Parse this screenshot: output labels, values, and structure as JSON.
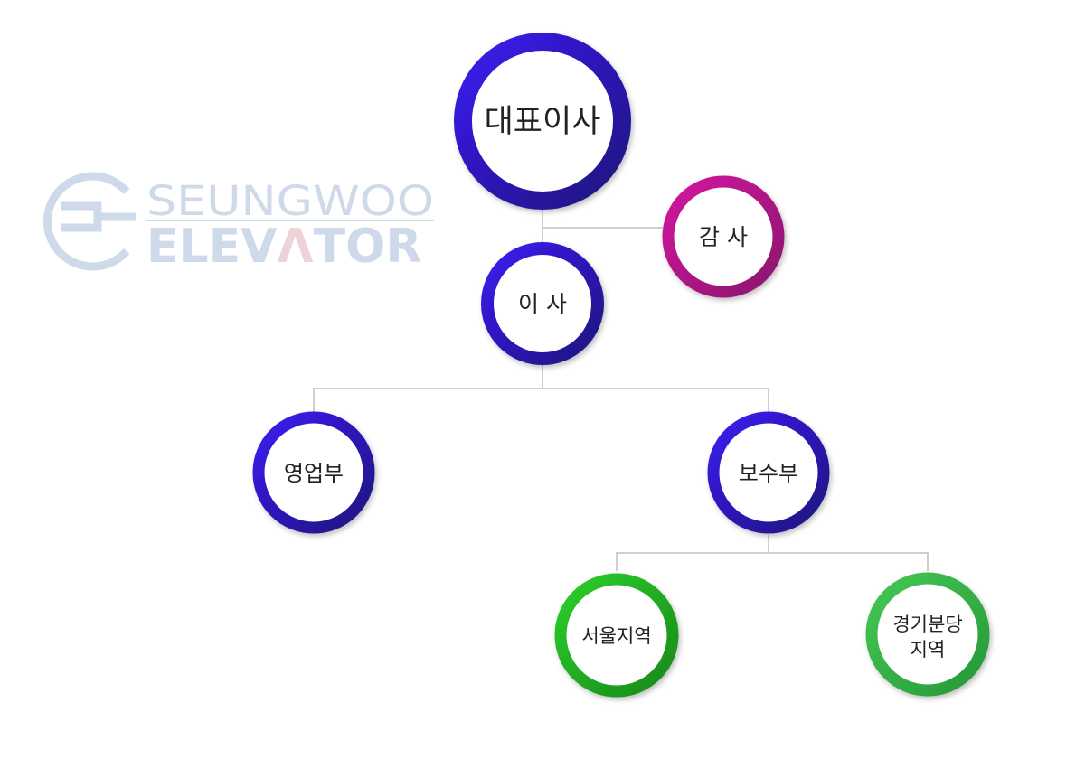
{
  "watermark": {
    "line1": "SEUNGWOO",
    "line2_part1": "ELEV",
    "line2_accent": "Λ",
    "line2_part2": "TOR",
    "color": "#c9d5e8",
    "accent_color": "#eccfd3"
  },
  "org_chart": {
    "nodes": {
      "ceo": {
        "label": "대표이사",
        "ring_color": "#3a1fd6"
      },
      "auditor": {
        "label": "감 사",
        "ring_color": "#b5178f"
      },
      "director": {
        "label": "이 사",
        "ring_color": "#3a1fd6"
      },
      "sales": {
        "label": "영업부",
        "ring_color": "#3a1fd6"
      },
      "maintenance": {
        "label": "보수부",
        "ring_color": "#3a1fd6"
      },
      "seoul": {
        "label": "서울지역",
        "ring_color": "#22b027"
      },
      "gyeonggi": {
        "label_line1": "경기분당",
        "label_line2": "지역",
        "ring_color": "#36b54a"
      }
    },
    "connector_color": "#cfcfcf"
  }
}
